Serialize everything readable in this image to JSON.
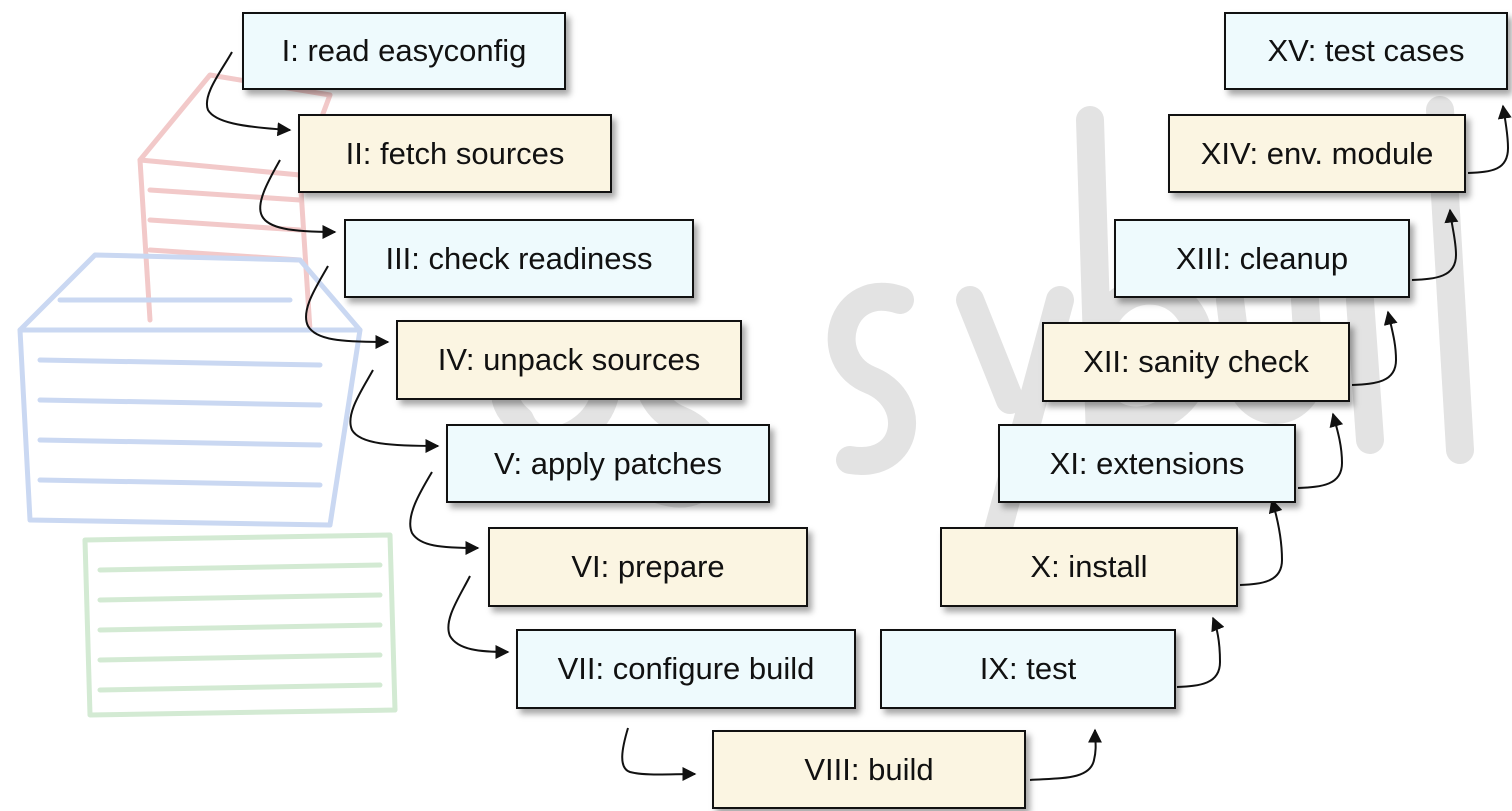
{
  "colors": {
    "blue_box": "#eefafd",
    "tan_box": "#fbf5e2",
    "border": "#111111",
    "arrow": "#111111",
    "watermark_gray": "#e3e3e3",
    "watermark_red": "#f2c9c9",
    "watermark_blue": "#cad8f2",
    "watermark_green": "#d3ead3"
  },
  "watermark": {
    "kind": "logo",
    "text": "easybuild"
  },
  "steps": [
    {
      "label": "I: read easyconfig",
      "color": "blue"
    },
    {
      "label": "II: fetch sources",
      "color": "tan"
    },
    {
      "label": "III: check readiness",
      "color": "blue"
    },
    {
      "label": "IV: unpack sources",
      "color": "tan"
    },
    {
      "label": "V: apply patches",
      "color": "blue"
    },
    {
      "label": "VI: prepare",
      "color": "tan"
    },
    {
      "label": "VII: configure build",
      "color": "blue"
    },
    {
      "label": "VIII: build",
      "color": "tan"
    },
    {
      "label": "IX: test",
      "color": "blue"
    },
    {
      "label": "X: install",
      "color": "tan"
    },
    {
      "label": "XI: extensions",
      "color": "blue"
    },
    {
      "label": "XII: sanity check",
      "color": "tan"
    },
    {
      "label": "XIII: cleanup",
      "color": "blue"
    },
    {
      "label": "XIV: env. module",
      "color": "tan"
    },
    {
      "label": "XV: test cases",
      "color": "blue"
    }
  ]
}
